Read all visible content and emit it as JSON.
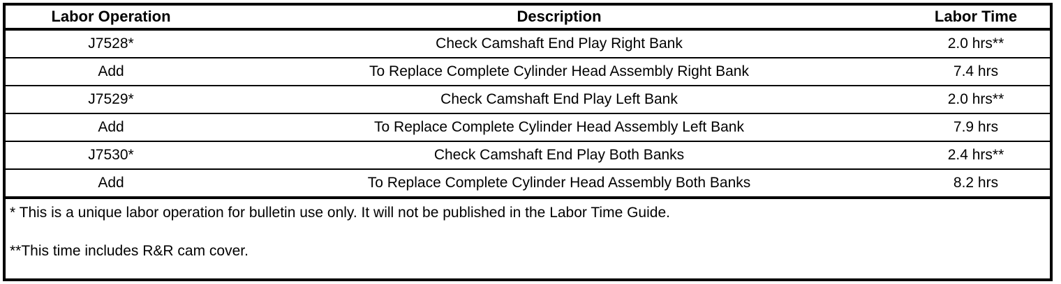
{
  "table": {
    "columns": [
      {
        "key": "operation",
        "label": "Labor Operation"
      },
      {
        "key": "description",
        "label": "Description"
      },
      {
        "key": "time",
        "label": "Labor Time"
      }
    ],
    "rows": [
      {
        "operation": "J7528*",
        "description": "Check Camshaft End Play Right Bank",
        "time": "2.0 hrs**"
      },
      {
        "operation": "Add",
        "description": "To Replace Complete Cylinder Head Assembly Right Bank",
        "time": "7.4 hrs"
      },
      {
        "operation": "J7529*",
        "description": "Check Camshaft End Play Left Bank",
        "time": "2.0 hrs**"
      },
      {
        "operation": "Add",
        "description": "To Replace Complete Cylinder Head Assembly Left Bank",
        "time": "7.9 hrs"
      },
      {
        "operation": "J7530*",
        "description": "Check Camshaft End Play Both Banks",
        "time": "2.4 hrs**"
      },
      {
        "operation": "Add",
        "description": "To Replace Complete Cylinder Head Assembly Both Banks",
        "time": "8.2 hrs"
      }
    ],
    "footnotes": [
      "* This is a unique labor operation for bulletin use only. It will not be published in the Labor Time Guide.",
      "**This time includes R&R cam cover."
    ]
  },
  "colors": {
    "border": "#000000",
    "text": "#000000",
    "background": "#ffffff"
  }
}
